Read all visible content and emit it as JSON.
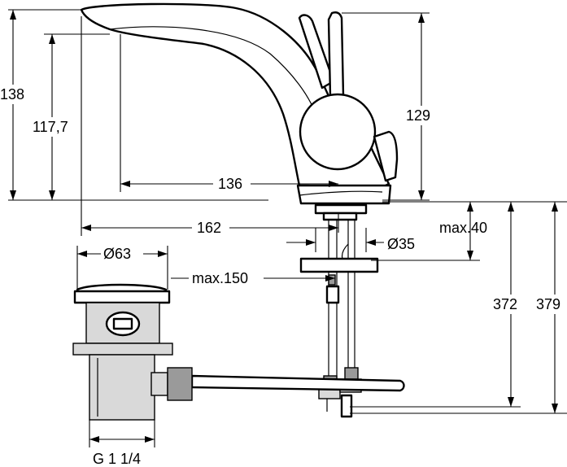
{
  "dimensions": {
    "height_total": "138",
    "height_spout": "117,7",
    "height_lever": "129",
    "reach_spout": "136",
    "reach_total": "162",
    "waste_diameter": "Ø63",
    "max_deck_thickness": "max.40",
    "hole_diameter": "Ø35",
    "max_distance": "max.150",
    "height_372": "372",
    "height_379": "379",
    "thread": "G 1 1/4"
  },
  "colors": {
    "line": "#000000",
    "background": "#ffffff",
    "shade_light": "#d9d9d9",
    "shade_dark": "#9a9a9a"
  }
}
